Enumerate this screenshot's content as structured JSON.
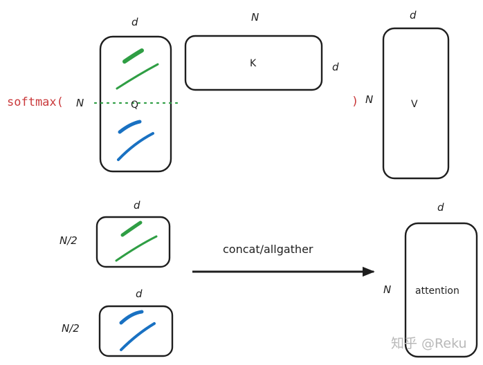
{
  "colors": {
    "ink": "#1e1e1e",
    "softmax_red": "#c9383a",
    "green": "#2f9e44",
    "blue": "#1971c2",
    "dotted_line": "#2f9e44",
    "watermark": "#b8b8b8"
  },
  "top": {
    "softmax_open": "softmax(",
    "softmax_close": ")",
    "q": {
      "label": "Q",
      "width_label": "d",
      "height_label": "N"
    },
    "k": {
      "label": "K",
      "width_label": "N",
      "height_label": "d"
    },
    "v": {
      "label": "V",
      "width_label": "d",
      "height_label": "N"
    }
  },
  "bottom": {
    "q_part1": {
      "width_label": "d",
      "height_label": "N/2"
    },
    "q_part2": {
      "width_label": "d",
      "height_label": "N/2"
    },
    "arrow_label": "concat/allgather",
    "output": {
      "label": "attention",
      "width_label": "d",
      "height_label": "N"
    }
  },
  "watermark": "知乎 @Reku"
}
